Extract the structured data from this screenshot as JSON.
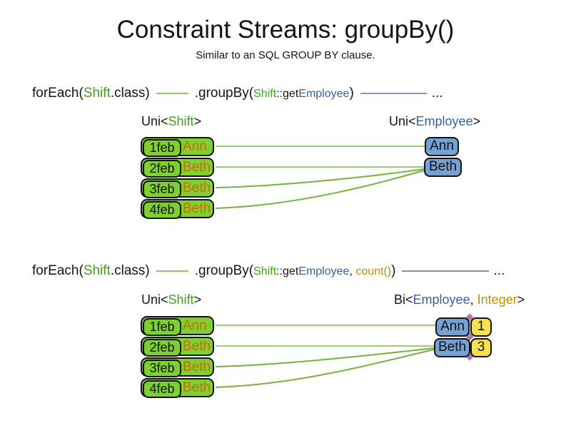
{
  "title": "Constraint Streams: groupBy()",
  "subtitle": "Similar to an SQL GROUP BY clause.",
  "colors": {
    "shift_box_green": "#7ED02F",
    "employee_box_blue": "#76A1D3",
    "count_box_yellow": "#F6E04B",
    "employee_text_orange": "#CF6A13",
    "shift_type_green": "#41A317",
    "employee_type_blue": "#38629B",
    "integer_type_gold": "#BF9000",
    "connector_green": "#90CE58",
    "connector_blue": "#7E9CC7",
    "connector_purple": "#9C82B5",
    "tuple_junction_purple": "#B279A7"
  },
  "section1": {
    "code": {
      "foreach": "forEach(",
      "foreach_type": "Shift",
      "foreach_end": ".class)",
      "groupby": ".groupBy(",
      "key_type": "Shift",
      "key_accessor": "::get",
      "key_prop": "Employee",
      "close": ")",
      "ellipsis": "..."
    },
    "source_label": {
      "pre": "Uni<",
      "type": "Shift",
      "post": ">"
    },
    "result_label": {
      "pre": "Uni<",
      "type": "Employee",
      "post": ">"
    },
    "shifts": [
      {
        "date": "1feb",
        "employee": "Ann"
      },
      {
        "date": "2feb",
        "employee": "Beth"
      },
      {
        "date": "3feb",
        "employee": "Beth"
      },
      {
        "date": "4feb",
        "employee": "Beth"
      }
    ],
    "groups": [
      {
        "employee": "Ann"
      },
      {
        "employee": "Beth"
      }
    ]
  },
  "section2": {
    "code": {
      "foreach": "forEach(",
      "foreach_type": "Shift",
      "foreach_end": ".class)",
      "groupby": ".groupBy(",
      "key_type": "Shift",
      "key_accessor": "::get",
      "key_prop": "Employee",
      "separator": ", ",
      "collector": "count()",
      "close": ")",
      "ellipsis": "..."
    },
    "source_label": {
      "pre": "Uni<",
      "type": "Shift",
      "post": ">"
    },
    "result_label": {
      "pre": "Bi<",
      "type1": "Employee",
      "sep": ", ",
      "type2": "Integer",
      "post": ">"
    },
    "shifts": [
      {
        "date": "1feb",
        "employee": "Ann"
      },
      {
        "date": "2feb",
        "employee": "Beth"
      },
      {
        "date": "3feb",
        "employee": "Beth"
      },
      {
        "date": "4feb",
        "employee": "Beth"
      }
    ],
    "groups": [
      {
        "employee": "Ann",
        "count": "1"
      },
      {
        "employee": "Beth",
        "count": "3"
      }
    ]
  }
}
